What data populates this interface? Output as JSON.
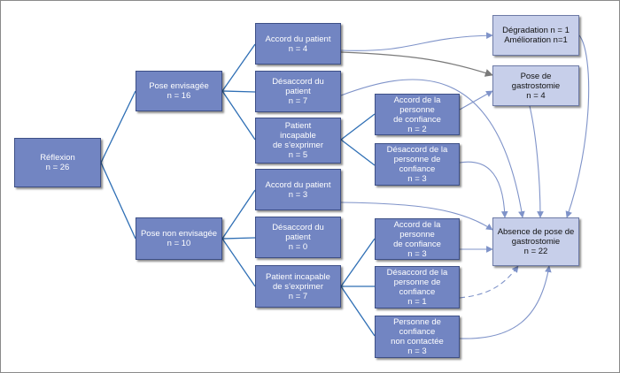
{
  "nodes": {
    "reflexion": {
      "line1": "Réflexion",
      "line2": "n = 26"
    },
    "pose_envisagee": {
      "line1": "Pose envisagée",
      "line2": "n = 16"
    },
    "pose_non_envisagee": {
      "line1": "Pose non envisagée",
      "line2": "n = 10"
    },
    "accord_patient_1": {
      "line1": "Accord du patient",
      "line2": "n = 4"
    },
    "desaccord_patient_1": {
      "line1": "Désaccord du patient",
      "line2": "n = 7"
    },
    "patient_incapable_1": {
      "line1": "Patient",
      "line2": "incapable",
      "line3": "de s’exprimer",
      "line4": "n =  5"
    },
    "accord_confiance_1": {
      "line1": "Accord de la personne",
      "line2": "de confiance",
      "line3": "n = 2"
    },
    "desaccord_confiance_1": {
      "line1": "Désaccord de la",
      "line2": "personne de confiance",
      "line3": "n = 3"
    },
    "accord_patient_2": {
      "line1": "Accord du patient",
      "line2": "n = 3"
    },
    "desaccord_patient_2": {
      "line1": "Désaccord du patient",
      "line2": "n = 0"
    },
    "patient_incapable_2": {
      "line1": "Patient incapable",
      "line2": "de s’exprimer",
      "line3": "n = 7"
    },
    "accord_confiance_2": {
      "line1": "Accord de la personne",
      "line2": "de confiance",
      "line3": "n = 3"
    },
    "desaccord_confiance_2": {
      "line1": "Désaccord de la",
      "line2": "personne de confiance",
      "line3": "n = 1"
    },
    "confiance_non_contactee": {
      "line1": "Personne de confiance",
      "line2": "non contactée",
      "line3": "n = 3"
    },
    "evolution": {
      "line1": "Dégradation n = 1",
      "line2": "Amélioration n=1"
    },
    "pose_gastrostomie": {
      "line1": "Pose de gastrostomie",
      "line2": "n = 4"
    },
    "absence_gastrostomie": {
      "line1": "Absence de pose de",
      "line2": "gastrostomie",
      "line3": "n = 22"
    }
  },
  "colors": {
    "node_fill": "#7285c2",
    "outcome_fill": "#c7cfea",
    "tree_line": "#2f6fb5",
    "arrow": "#7f93c9",
    "gray_arrow": "#7a7a7a"
  }
}
